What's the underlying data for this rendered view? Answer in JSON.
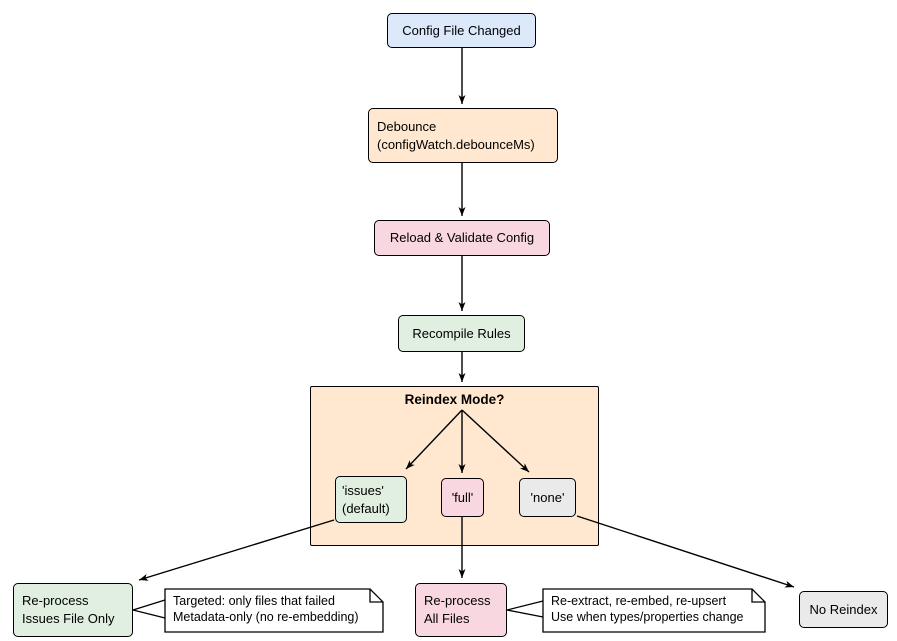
{
  "palette": {
    "node_blue": "#dbe9fb",
    "node_cream": "#ffe8cf",
    "node_pink": "#f9d7e0",
    "node_green": "#e1efe1",
    "node_gray": "#eaeaea",
    "note_fill": "#ffffff",
    "border": "#000000"
  },
  "nodes": {
    "config": {
      "label": "Config File Changed"
    },
    "debounce": {
      "lines": [
        "Debounce",
        "(configWatch.debounceMs)"
      ]
    },
    "reload": {
      "label": "Reload & Validate Config"
    },
    "recompile": {
      "label": "Recompile Rules"
    },
    "reindex_group": {
      "title": "Reindex Mode?"
    },
    "mode_issues": {
      "lines": [
        "'issues'",
        "(default)"
      ]
    },
    "mode_full": {
      "label": "'full'"
    },
    "mode_none": {
      "label": "'none'"
    },
    "reprocess_issues": {
      "lines": [
        "Re-process",
        "Issues File Only"
      ]
    },
    "note_issues": {
      "lines": [
        "Targeted: only files that failed",
        "Metadata-only (no re-embedding)"
      ]
    },
    "reprocess_all": {
      "lines": [
        "Re-process",
        "All Files"
      ]
    },
    "note_all": {
      "lines": [
        "Re-extract, re-embed, re-upsert",
        "Use when types/properties change"
      ]
    },
    "no_reindex": {
      "label": "No Reindex"
    }
  }
}
